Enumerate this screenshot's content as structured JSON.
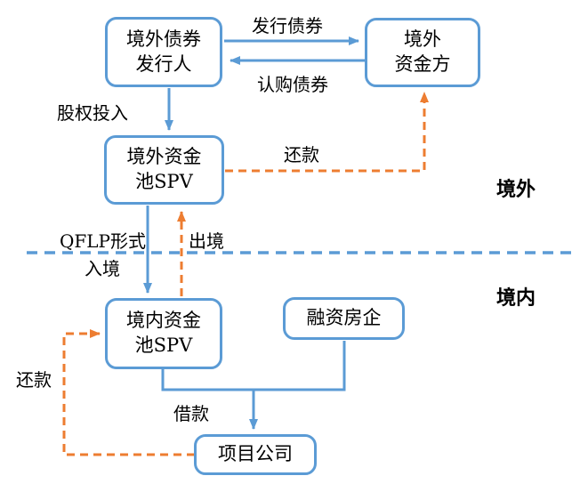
{
  "diagram": {
    "nodes": {
      "offshore_bond_issuer": {
        "line1": "境外债券",
        "line2": "发行人"
      },
      "offshore_funder": {
        "line1": "境外",
        "line2": "资金方"
      },
      "offshore_pool_spv": {
        "line1": "境外资金",
        "line2": "池SPV"
      },
      "onshore_pool_spv": {
        "line1": "境内资金",
        "line2": "池SPV"
      },
      "financing_developer": {
        "label": "融资房企"
      },
      "project_company": {
        "label": "项目公司"
      }
    },
    "edge_labels": {
      "issue_bonds": "发行债券",
      "subscribe_bonds": "认购债券",
      "equity_injection": "股权投入",
      "repayment_offshore": "还款",
      "qflp_line1": "QFLP形式",
      "qflp_line2": "入境",
      "exit_border": "出境",
      "loan": "借款",
      "repayment_onshore": "还款"
    },
    "region_labels": {
      "offshore": "境外",
      "onshore": "境内"
    },
    "colors": {
      "flow_blue": "#5B9BD5",
      "flow_orange": "#ED7D31",
      "text": "#000000",
      "background": "#FFFFFF"
    }
  }
}
